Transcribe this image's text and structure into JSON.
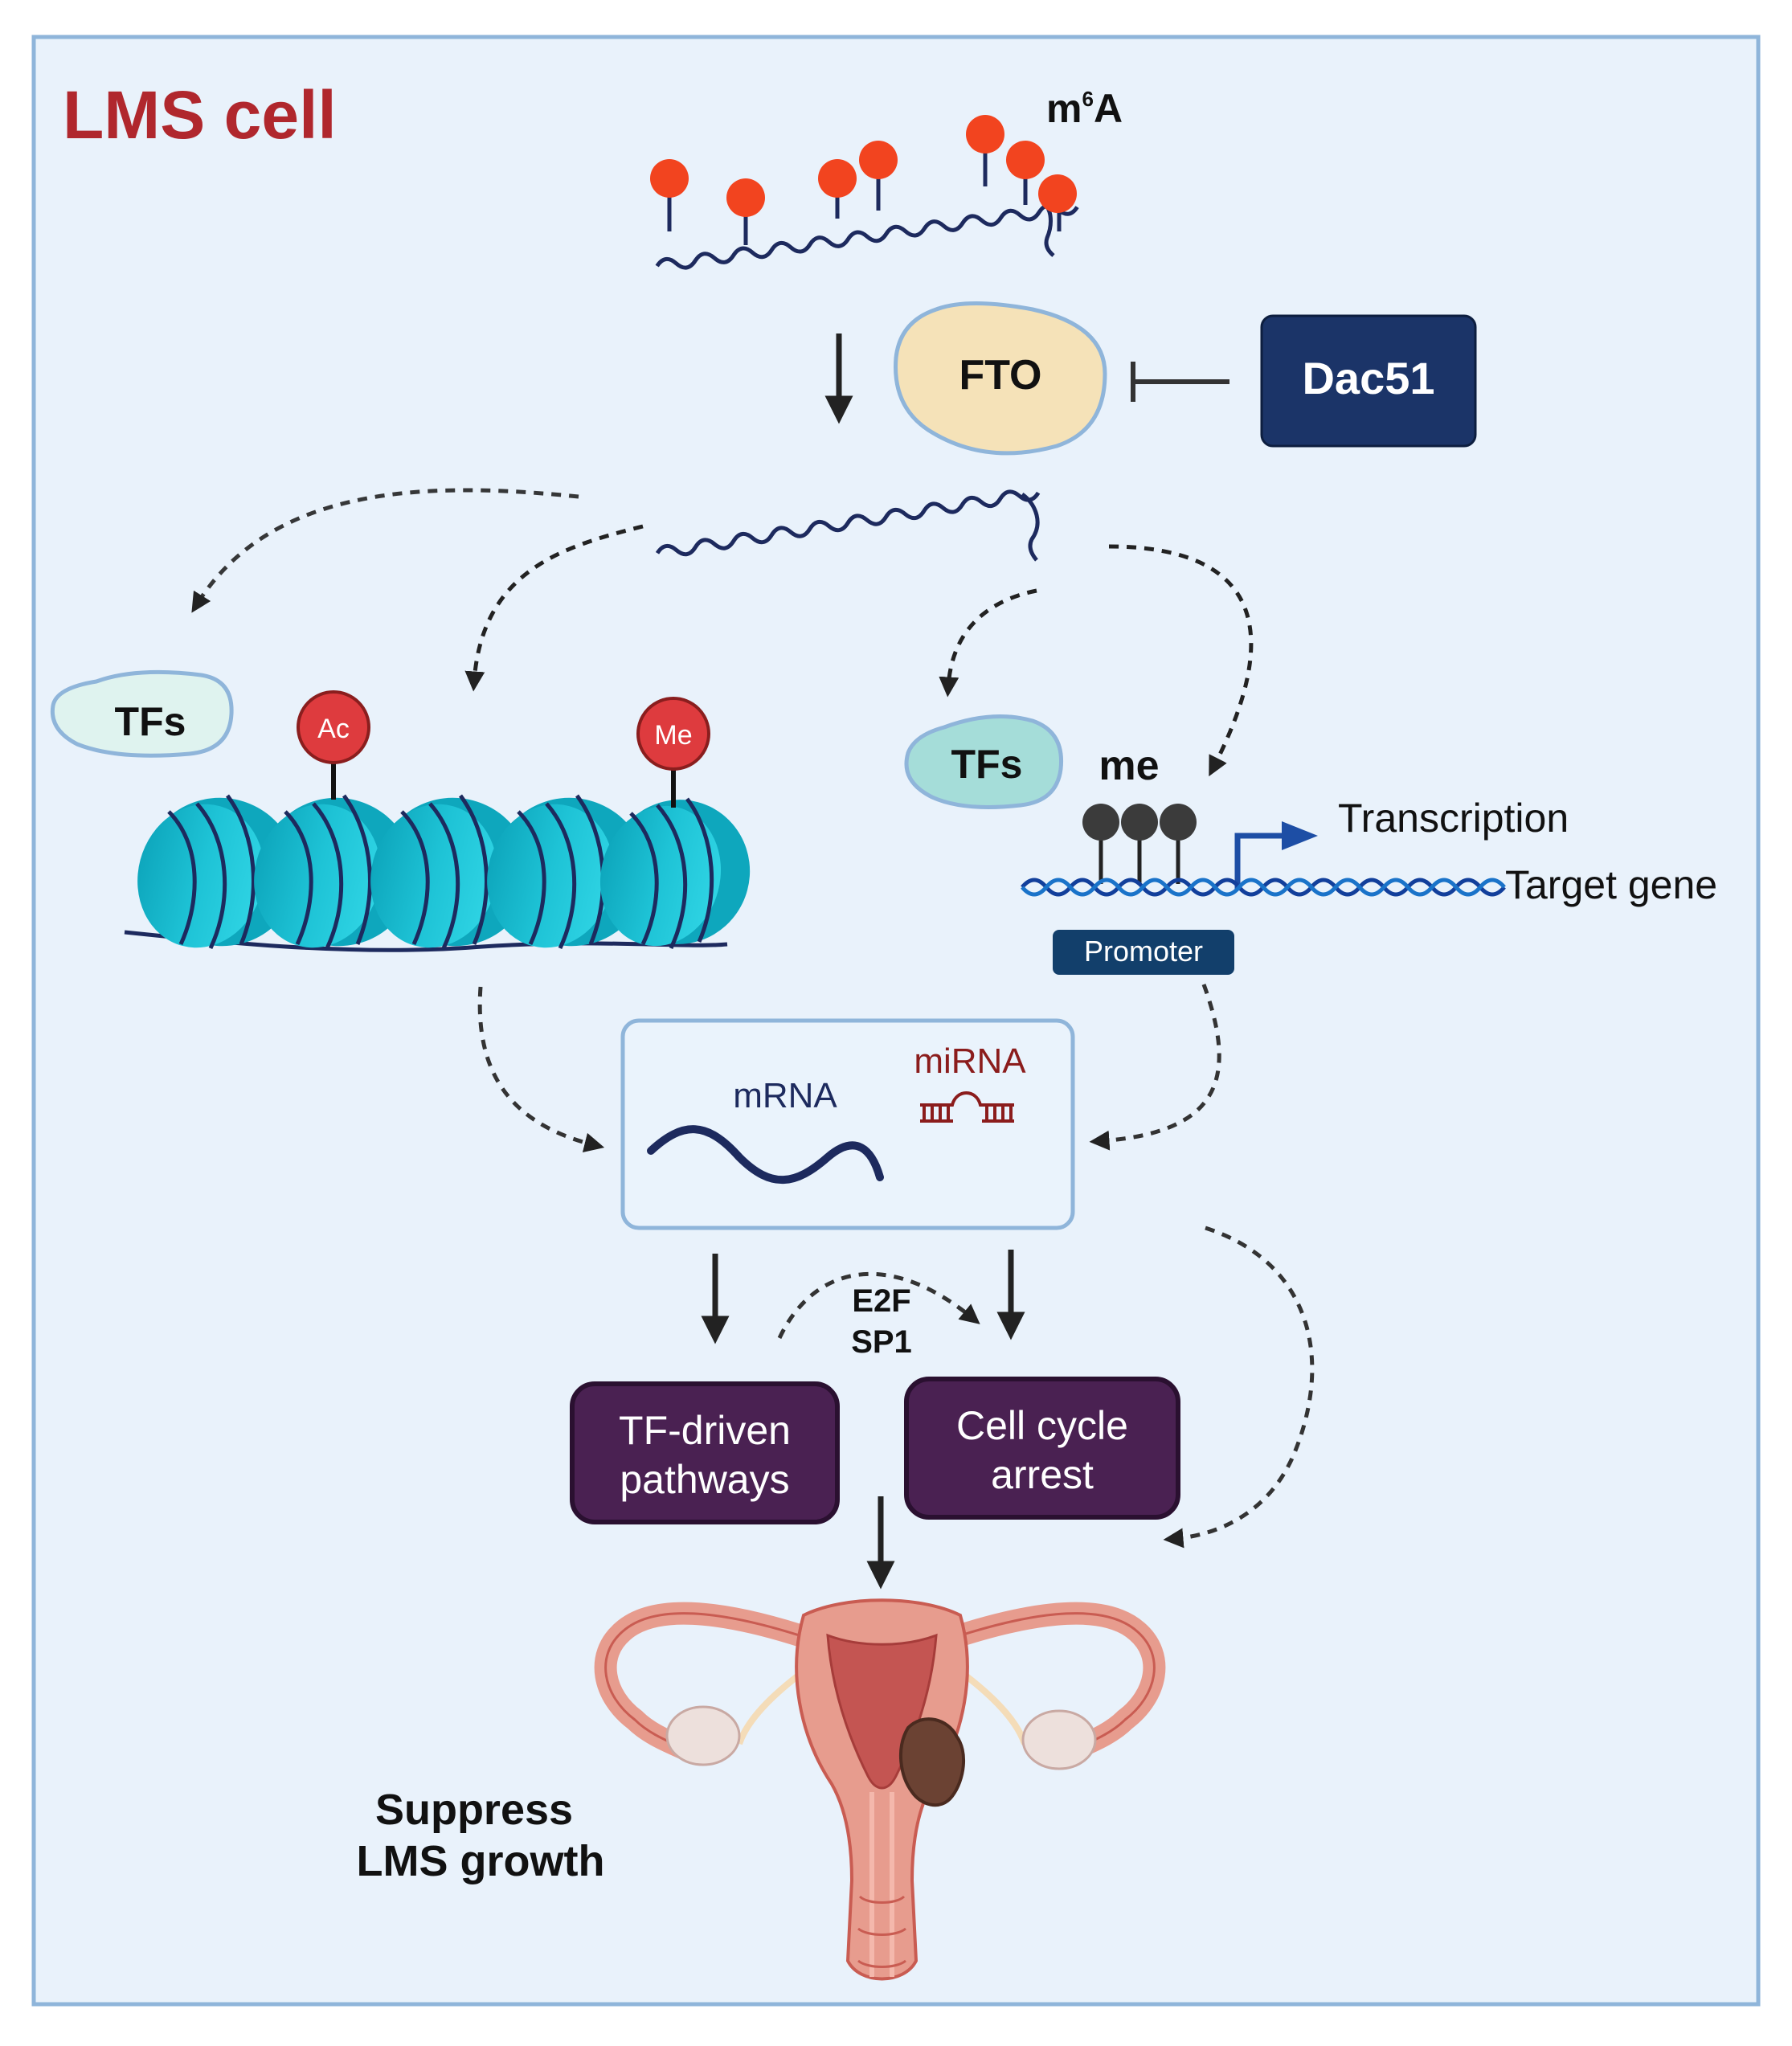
{
  "panel": {
    "title": "LMS cell"
  },
  "labels": {
    "m6a_m": "m",
    "m6a_sup": "6",
    "m6a_a": "A",
    "fto": "FTO",
    "dac51": "Dac51",
    "tfs_left": "TFs",
    "tfs_right": "TFs",
    "ac": "Ac",
    "me_mark": "Me",
    "me_lower": "me",
    "transcription": "Transcription",
    "target_gene": "Target gene",
    "promoter": "Promoter",
    "mrna": "mRNA",
    "mirna": "miRNA",
    "e2f": "E2F",
    "sp1": "SP1",
    "tf_driven_1": "TF-driven",
    "tf_driven_2": "pathways",
    "cell_cycle_1": "Cell cycle",
    "cell_cycle_2": "arrest",
    "suppress_1": "Suppress",
    "suppress_2": "LMS growth"
  },
  "colors": {
    "panel_bg": "#e9f2fb",
    "panel_border": "#8fb5da",
    "title": "#b0272d",
    "m6a_dot": "#f2441f",
    "rna": "#1d2a5e",
    "fto_fill": "#f5e2b8",
    "fto_border": "#8fb5da",
    "dac51_fill": "#1b3468",
    "tfs_light": "#dff3ef",
    "tfs_teal": "#a5ddd9",
    "nucleosome": "#1ec3d6",
    "mark_red": "#de3b3e",
    "promoter": "#123f6b",
    "purple_box": "#4a2152",
    "mirna": "#8b1c1c",
    "uterus": "#e79c8e",
    "tumor": "#6b4233"
  }
}
